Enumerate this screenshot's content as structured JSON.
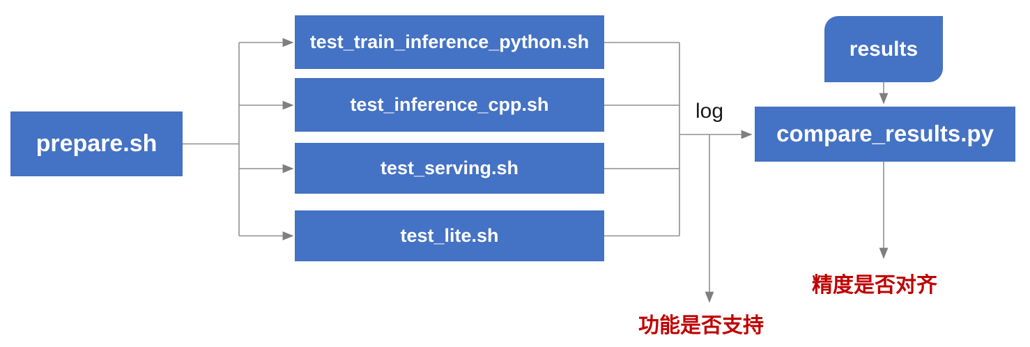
{
  "diagram": {
    "nodes": {
      "prepare": {
        "label": "prepare.sh"
      },
      "tests": [
        {
          "label": "test_train_inference_python.sh"
        },
        {
          "label": "test_inference_cpp.sh"
        },
        {
          "label": "test_serving.sh"
        },
        {
          "label": "test_lite.sh"
        }
      ],
      "results": {
        "label": "results"
      },
      "compare": {
        "label": "compare_results.py"
      }
    },
    "annotations": {
      "log_label": "log",
      "function_support": "功能是否支持",
      "accuracy_aligned": "精度是否对齐"
    },
    "colors": {
      "node-fill": "#4472C4",
      "node-text": "#ffffff",
      "connector": "#8f8f8f",
      "arrowhead": "#7f7f7f",
      "annotation-red": "#C00000",
      "log-text": "#1a1a1a",
      "background": "#ffffff"
    }
  }
}
